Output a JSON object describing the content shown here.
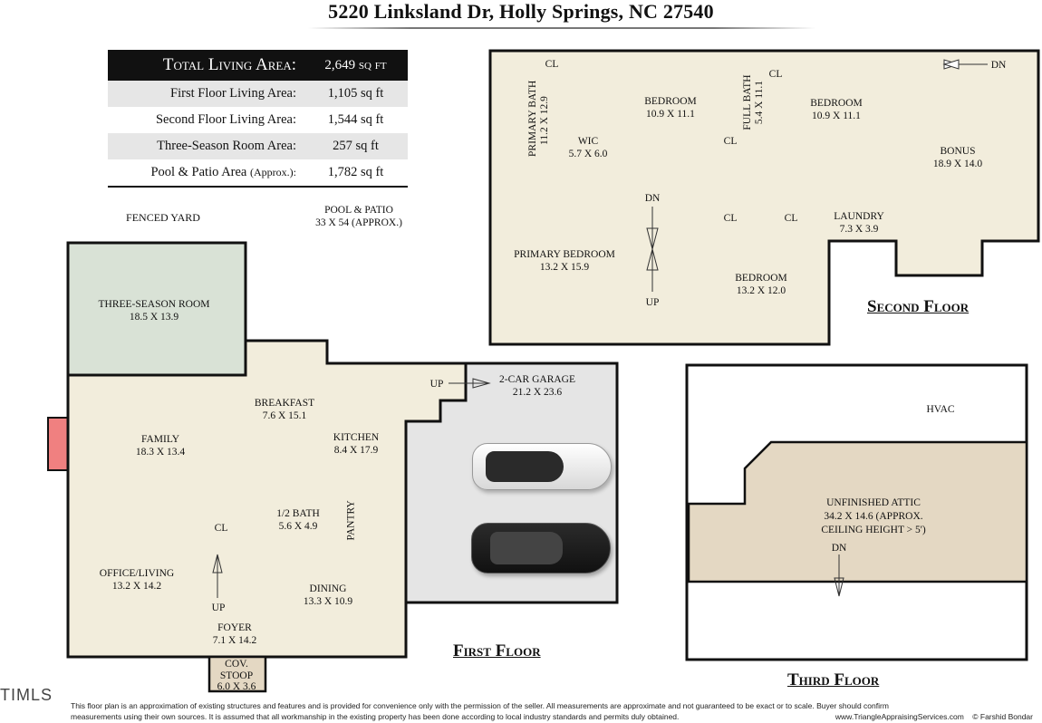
{
  "address": "5220 Linksland Dr, Holly Springs, NC 27540",
  "areas": [
    {
      "label": "Total Living Area:",
      "value": "2,649 sq ft"
    },
    {
      "label": "First Floor Living Area:",
      "value": "1,105 sq ft"
    },
    {
      "label": "Second Floor Living Area:",
      "value": "1,544 sq ft"
    },
    {
      "label": "Three-Season Room Area:",
      "value": "257 sq ft"
    },
    {
      "label": "Pool & Patio Area",
      "note": "(Approx.):",
      "value": "1,782 sq ft"
    }
  ],
  "outdoor": {
    "fenced_yard": "FENCED YARD",
    "pool_patio": "POOL & PATIO",
    "pool_patio_dims": "33 X 54 (APPROX.)"
  },
  "first_floor": {
    "title": "First Floor",
    "rooms": {
      "three_season": {
        "name": "THREE-SEASON ROOM",
        "dims": "18.5 X 13.9"
      },
      "breakfast": {
        "name": "BREAKFAST",
        "dims": "7.6 X 15.1"
      },
      "family": {
        "name": "FAMILY",
        "dims": "18.3 X 13.4"
      },
      "kitchen": {
        "name": "KITCHEN",
        "dims": "8.4 X 17.9"
      },
      "half_bath": {
        "name": "1/2 BATH",
        "dims": "5.6 X 4.9"
      },
      "pantry": {
        "name": "PANTRY"
      },
      "office": {
        "name": "OFFICE/LIVING",
        "dims": "13.2 X 14.2"
      },
      "dining": {
        "name": "DINING",
        "dims": "13.3 X 10.9"
      },
      "foyer": {
        "name": "FOYER",
        "dims": "7.1 X 14.2"
      },
      "stoop": {
        "name": "COV.",
        "name2": "STOOP",
        "dims": "6.0 X 3.6"
      },
      "garage": {
        "name": "2-CAR GARAGE",
        "dims": "21.2 X 23.6"
      }
    },
    "cl": "CL",
    "up": "UP",
    "garage_up": "UP"
  },
  "second_floor": {
    "title": "Second Floor",
    "rooms": {
      "primary_bath": {
        "name": "PRIMARY BATH",
        "dims": "11.2 X 12.9"
      },
      "wic": {
        "name": "WIC",
        "dims": "5.7 X 6.0"
      },
      "bedroom1": {
        "name": "BEDROOM",
        "dims": "10.9 X 11.1"
      },
      "full_bath": {
        "name": "FULL BATH",
        "dims": "5.4 X 11.1"
      },
      "bedroom2": {
        "name": "BEDROOM",
        "dims": "10.9 X 11.1"
      },
      "bonus": {
        "name": "BONUS",
        "dims": "18.9 X 14.0"
      },
      "laundry": {
        "name": "LAUNDRY",
        "dims": "7.3 X 3.9"
      },
      "primary_bed": {
        "name": "PRIMARY BEDROOM",
        "dims": "13.2 X 15.9"
      },
      "bedroom3": {
        "name": "BEDROOM",
        "dims": "13.2 X 12.0"
      }
    },
    "cl": "CL",
    "dn": "DN",
    "up": "UP"
  },
  "third_floor": {
    "title": "Third Floor",
    "hvac": "HVAC",
    "attic": {
      "name": "UNFINISHED ATTIC",
      "dims": "34.2 X 14.6 (APPROX.",
      "note": "CEILING HEIGHT > 5')"
    },
    "dn": "DN"
  },
  "footer": {
    "line1": "This floor plan is an approximation of existing structures and features and is provided for convenience only with the permission of the seller.  All measurements are approximate and not guaranteed to be exact or to scale.  Buyer should confirm",
    "line2": "measurements using their own sources.  It is assumed that all workmanship in the existing property has been done according to local industry standards and permits duly obtained.",
    "website": "www.TriangleAppraisingServices.com",
    "copyright": "© Farshid Bondar"
  },
  "mls": "TIMLS",
  "colors": {
    "living": "#f2eddc",
    "three_season": "#d9e2d6",
    "garage": "#e5e5e5",
    "attic": "#e4d8c3",
    "chimney": "#f08080",
    "wall": "#111111"
  }
}
